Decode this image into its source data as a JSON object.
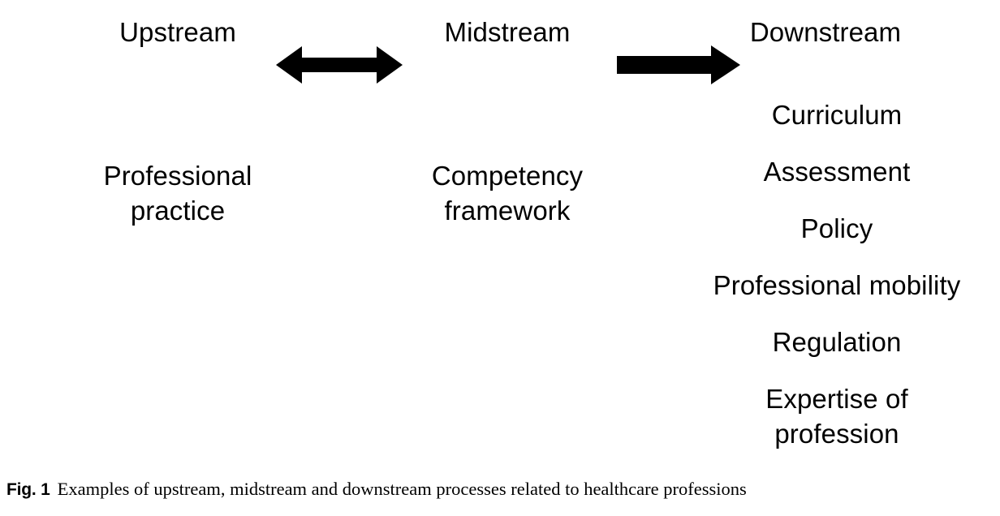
{
  "figure": {
    "background_color": "#ffffff",
    "foreground_color": "#000000",
    "columns": {
      "upstream": {
        "heading": "Upstream",
        "body": "Professional\npractice"
      },
      "midstream": {
        "heading": "Midstream",
        "body": "Competency\nframework"
      },
      "downstream": {
        "heading": "Downstream",
        "items": [
          "Curriculum",
          "Assessment",
          "Policy",
          "Professional mobility",
          "Regulation",
          "Expertise of\nprofession"
        ]
      }
    },
    "arrows": [
      {
        "name": "upstream-midstream-arrow",
        "type": "double-headed",
        "direction": "bidirectional",
        "color": "#000000",
        "connects": [
          "Upstream",
          "Midstream"
        ]
      },
      {
        "name": "midstream-downstream-arrow",
        "type": "single-headed",
        "direction": "right",
        "color": "#000000",
        "connects": [
          "Midstream",
          "Downstream"
        ]
      }
    ]
  },
  "caption": {
    "label": "Fig. 1",
    "text": "Examples of upstream, midstream and downstream processes related to healthcare professions"
  }
}
